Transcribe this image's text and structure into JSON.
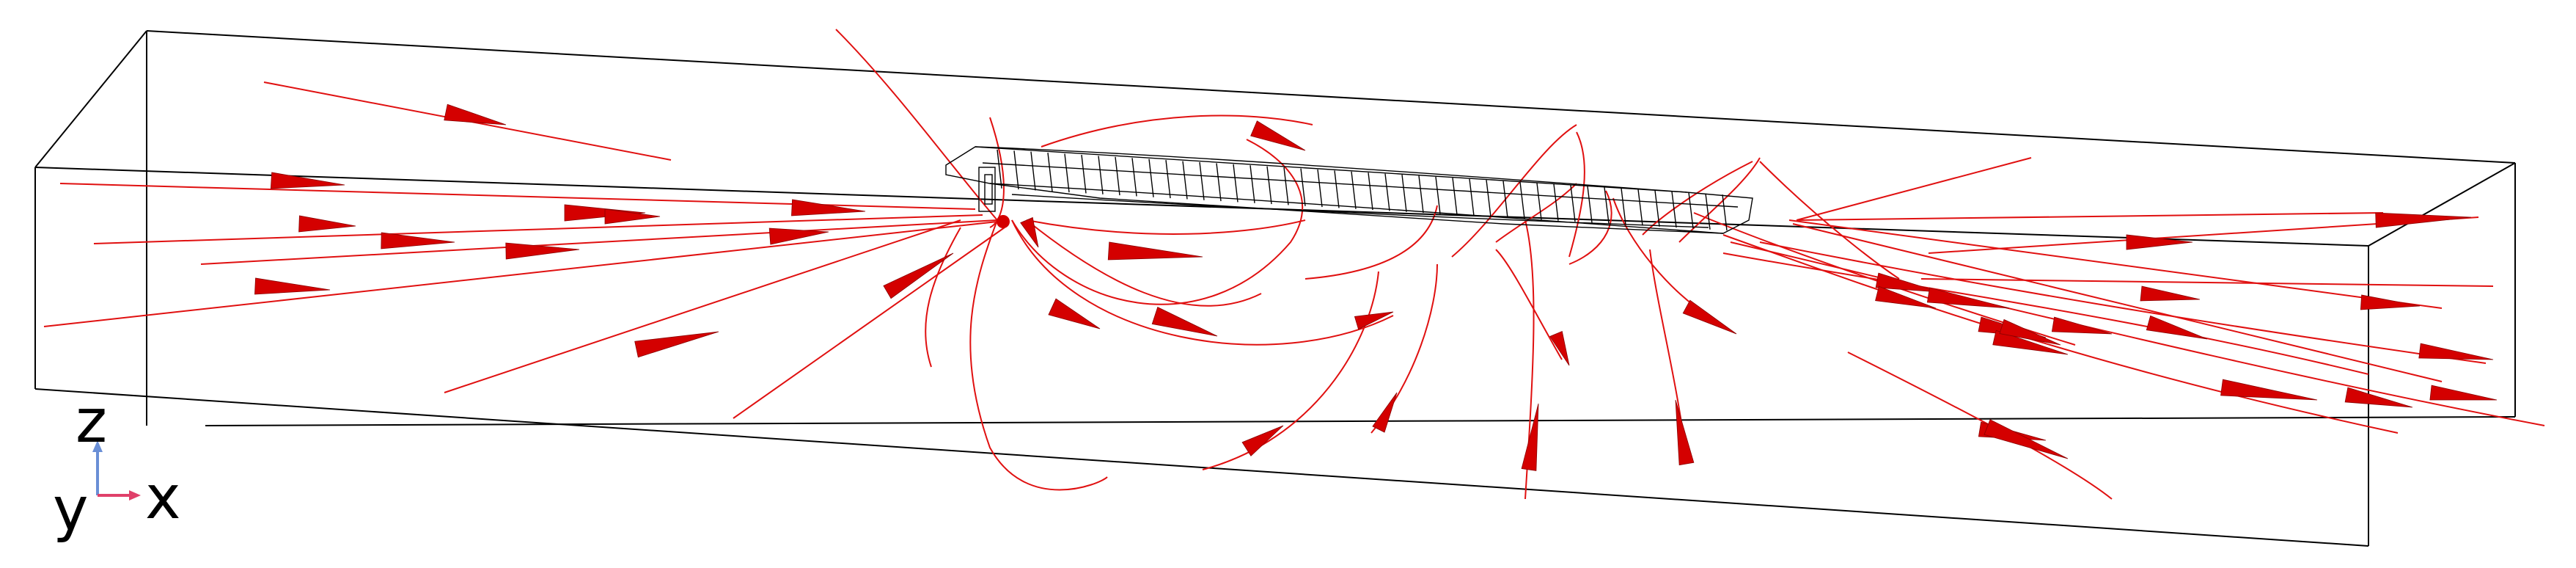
{
  "scene": {
    "description_free": true,
    "colors": {
      "background": "#ffffff",
      "domain_box": "#000000",
      "streamline": "#e01010",
      "arrow": "#d40000",
      "mesh": "#000000",
      "axis_z": "#6a8fd6",
      "axis_x": "#e0406a"
    },
    "axes_triad": {
      "z_label": "z",
      "y_label": "y",
      "x_label": "x"
    },
    "icons": {
      "streamline_glyph": "cone-arrow-icon",
      "axes_glyph": "axes-triad-icon"
    }
  }
}
